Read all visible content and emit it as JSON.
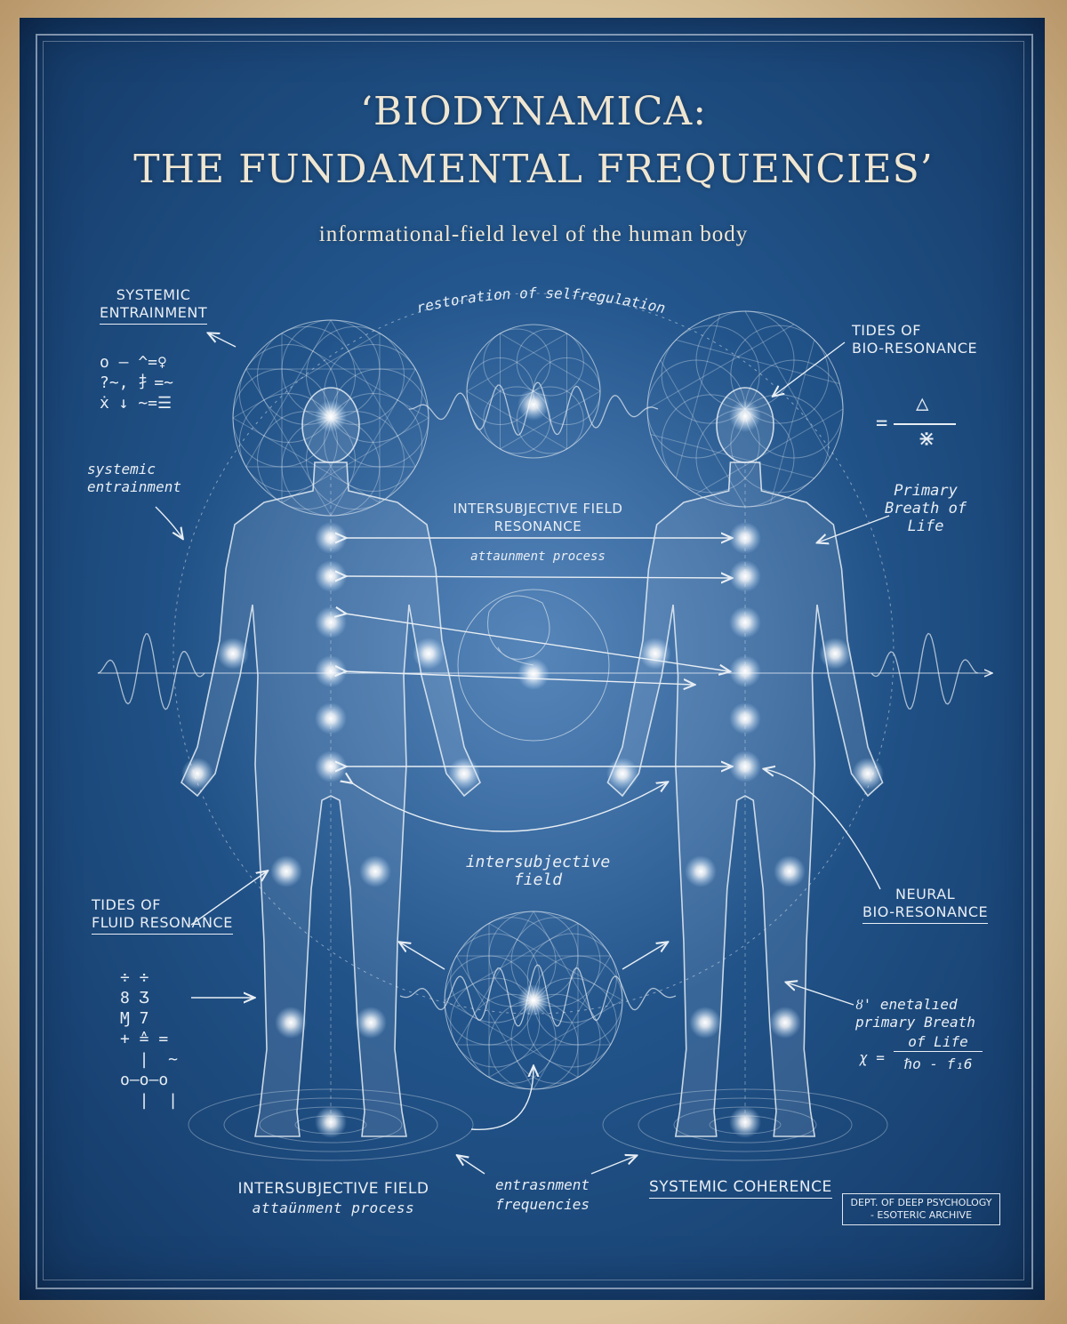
{
  "title": {
    "line1": "‘BIODYNAMICA:",
    "line2": "THE FUNDAMENTAL FREQUENCIES’",
    "subtitle": "informational-field level of the human body"
  },
  "labels": {
    "systemic_entrainment_caps": [
      "SYSTEMIC",
      "ENTRAINMENT"
    ],
    "restoration": "restoration of selfregulation",
    "tides_bio": [
      "TIDES OF",
      "BIO-RESONANCE"
    ],
    "systemic_entrainment_hand": [
      "systemic",
      "entrainment"
    ],
    "primary_breath": [
      "Primary",
      "Breath of",
      "Life"
    ],
    "intersubjective_field_resonance": [
      "INTERSUBJECTIVE FIELD",
      "RESONANCE"
    ],
    "attunement_center": "attaunment process",
    "intersubjective_field": [
      "intersubjective",
      "field"
    ],
    "tides_fluid": [
      "TIDES OF",
      "FLUID RESONANCE"
    ],
    "neural": [
      "NEURAL",
      "BIO-RESONANCE"
    ],
    "formula_text": [
      "ȣ' enetalıed",
      "primary Breath"
    ],
    "formula_lhs": "χ =",
    "formula_num": "of Life",
    "formula_den": "ℏo - f₁6",
    "bottom_left": [
      "INTERSUBJECTIVE FIELD",
      "attaünment process"
    ],
    "bottom_center": [
      "entrasnment",
      "frequencies"
    ],
    "bottom_right": "SYSTEMIC COHERENCE",
    "stamp": [
      "DEPT. OF DEEP PSYCHOLOGY",
      "- ESOTERIC ARCHIVE"
    ]
  },
  "glyphs": {
    "top_left": "o — ^=♀\n?~, ⺘=~\nẋ ↓ ~=☰",
    "right_fraction_top": "△",
    "right_fraction_bottom": "⋇",
    "right_fraction_eq": "=",
    "bottom_left": "÷ ÷\n8 Ʒ\nⱮ 7\n+ ≙ =\n  |  ~\no–o–o\n  |  |"
  },
  "colors": {
    "blueprint": "#215389",
    "ink": "#e8eef4",
    "paper": "#d8c29a",
    "glow": "#ffffff"
  }
}
